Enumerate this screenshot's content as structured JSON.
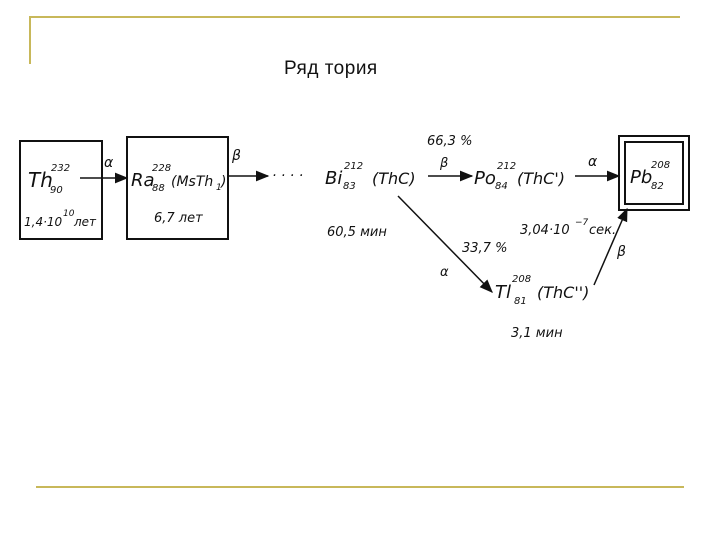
{
  "title": "Ряд тория",
  "nuclides": {
    "th": {
      "symbol": "Th",
      "mass": "232",
      "z": "90",
      "halflife_main": "1,4·10",
      "halflife_exp": "10",
      "halflife_unit": "лет"
    },
    "ra": {
      "symbol": "Ra",
      "mass": "228",
      "z": "88",
      "label": "(MsTh",
      "label_sub": "1",
      "label_end": ")",
      "halflife": "6,7 лет"
    },
    "bi": {
      "symbol": "Bi",
      "mass": "212",
      "z": "83",
      "label": "(ThC)",
      "halflife": "60,5 мин"
    },
    "po": {
      "symbol": "Po",
      "mass": "212",
      "z": "84",
      "label": "(ThC')"
    },
    "pb": {
      "symbol": "Pb",
      "mass": "208",
      "z": "82"
    },
    "tl": {
      "symbol": "Tl",
      "mass": "208",
      "z": "81",
      "label": "(ThC'')",
      "halflife": "3,1 мин"
    }
  },
  "decays": {
    "th_ra": "α",
    "ra_bi": "β",
    "ellipsis": "· · · ·",
    "bi_po": "β",
    "bi_po_percent": "66,3 %",
    "po_pb": "α",
    "bi_tl": "α",
    "bi_tl_percent": "33,7 %",
    "tl_pb": "β",
    "po_halflife_main": "3,04·10",
    "po_halflife_exp": "−7",
    "po_halflife_unit": "сек."
  }
}
